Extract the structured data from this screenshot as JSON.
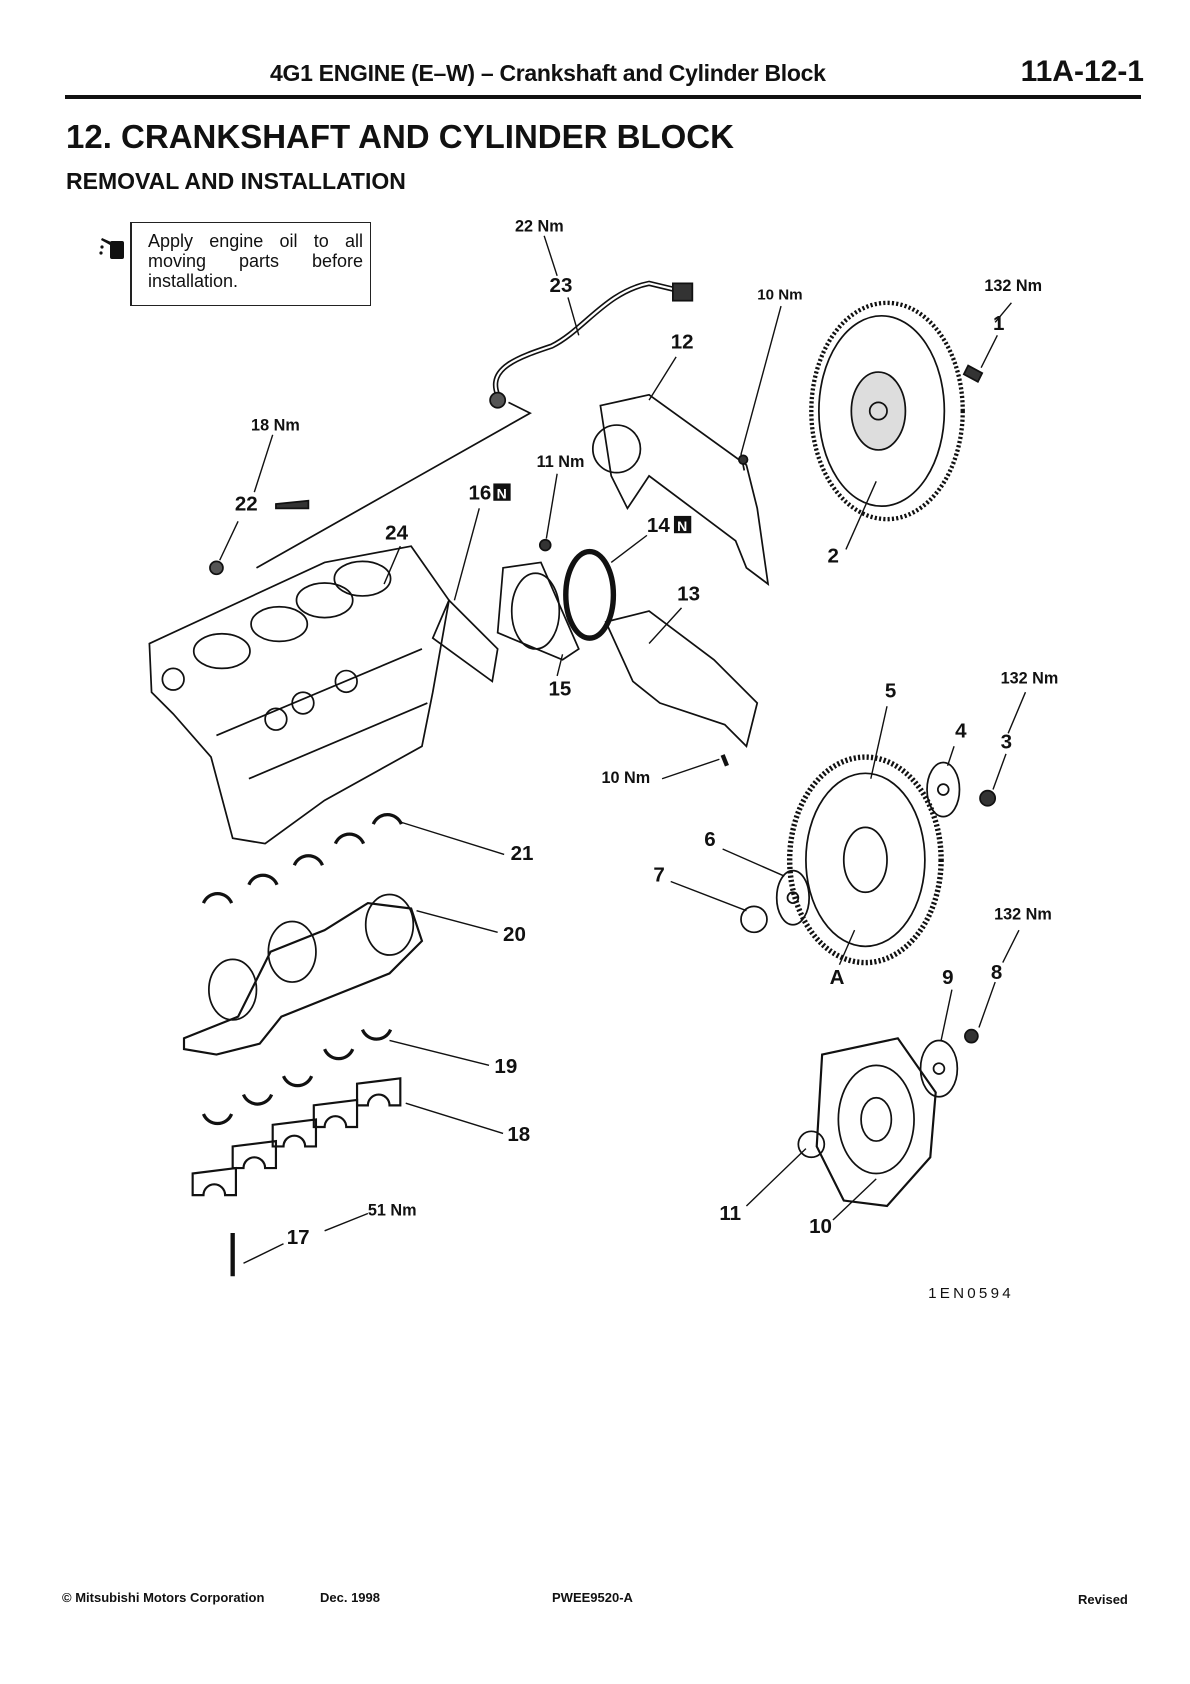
{
  "header": {
    "section": "4G1 ENGINE (E–W) – Crankshaft and Cylinder Block",
    "page_number": "11A-12-1"
  },
  "title": "12. CRANKSHAFT AND CYLINDER BLOCK",
  "subtitle": "REMOVAL AND INSTALLATION",
  "note": {
    "icon": "oil-can-icon",
    "text": "Apply engine oil to all moving parts before installation."
  },
  "diagram": {
    "figure_id": "1EN0594",
    "new_part_mark": "N",
    "labels": {
      "t22": "22 Nm",
      "p23": "23",
      "t10a": "10 Nm",
      "t132a": "132 Nm",
      "p1": "1",
      "p12": "12",
      "t18": "18 Nm",
      "t11": "11 Nm",
      "p16": "16",
      "p22": "22",
      "p24": "24",
      "p14": "14",
      "p2": "2",
      "p13": "13",
      "t132b": "132 Nm",
      "p5": "5",
      "p15": "15",
      "p4": "4",
      "p3": "3",
      "t10b": "10 Nm",
      "p21": "21",
      "p6": "6",
      "p7": "7",
      "t132c": "132 Nm",
      "p20": "20",
      "pA": "A",
      "p9": "9",
      "p8": "8",
      "p19": "19",
      "p18": "18",
      "t51": "51 Nm",
      "p17": "17",
      "p11": "11",
      "p10": "10"
    }
  },
  "footer": {
    "copyright": "© Mitsubishi Motors Corporation",
    "date": "Dec. 1998",
    "doc_code": "PWEE9520-A",
    "status": "Revised"
  }
}
